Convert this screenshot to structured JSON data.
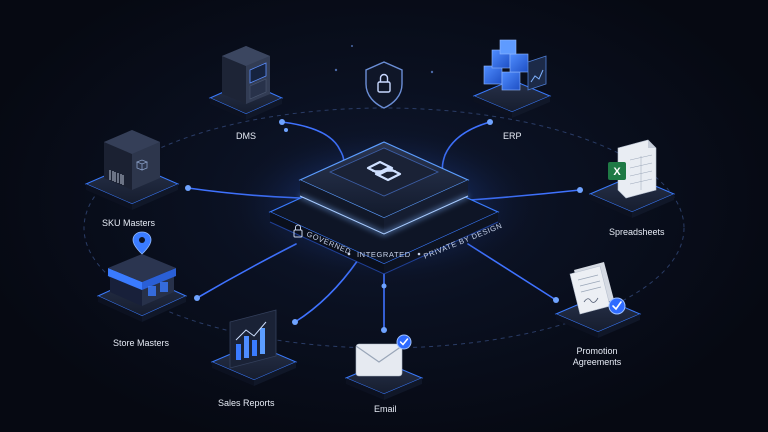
{
  "nodes": {
    "dms": "DMS",
    "erp": "ERP",
    "sku_masters": "SKU Masters",
    "spreadsheets": "Spreadsheets",
    "store_masters": "Store Masters",
    "promotion_agreements": "Promotion Agreements",
    "sales_reports": "Sales Reports",
    "email": "Email"
  },
  "hub": {
    "pillars": [
      "GOVERNED",
      "INTEGRATED",
      "PRIVATE BY DESIGN"
    ]
  },
  "icons": {
    "security": "shield-lock-icon",
    "hub_logo": "platform-logo-icon",
    "dms": "filing-cabinet-icon",
    "erp": "stacked-cubes-icon",
    "sku": "barcode-box-icon",
    "spreadsheets": "spreadsheet-icon",
    "store": "storefront-pin-icon",
    "promotion": "signed-document-icon",
    "sales": "bar-chart-icon",
    "email": "envelope-check-icon"
  },
  "colors": {
    "background": "#070b16",
    "accent_blue": "#3a7bff",
    "glow": "#5c9dff",
    "platform": "#1a2235",
    "excel_green": "#1f7a45",
    "label": "#e6ebf5"
  }
}
